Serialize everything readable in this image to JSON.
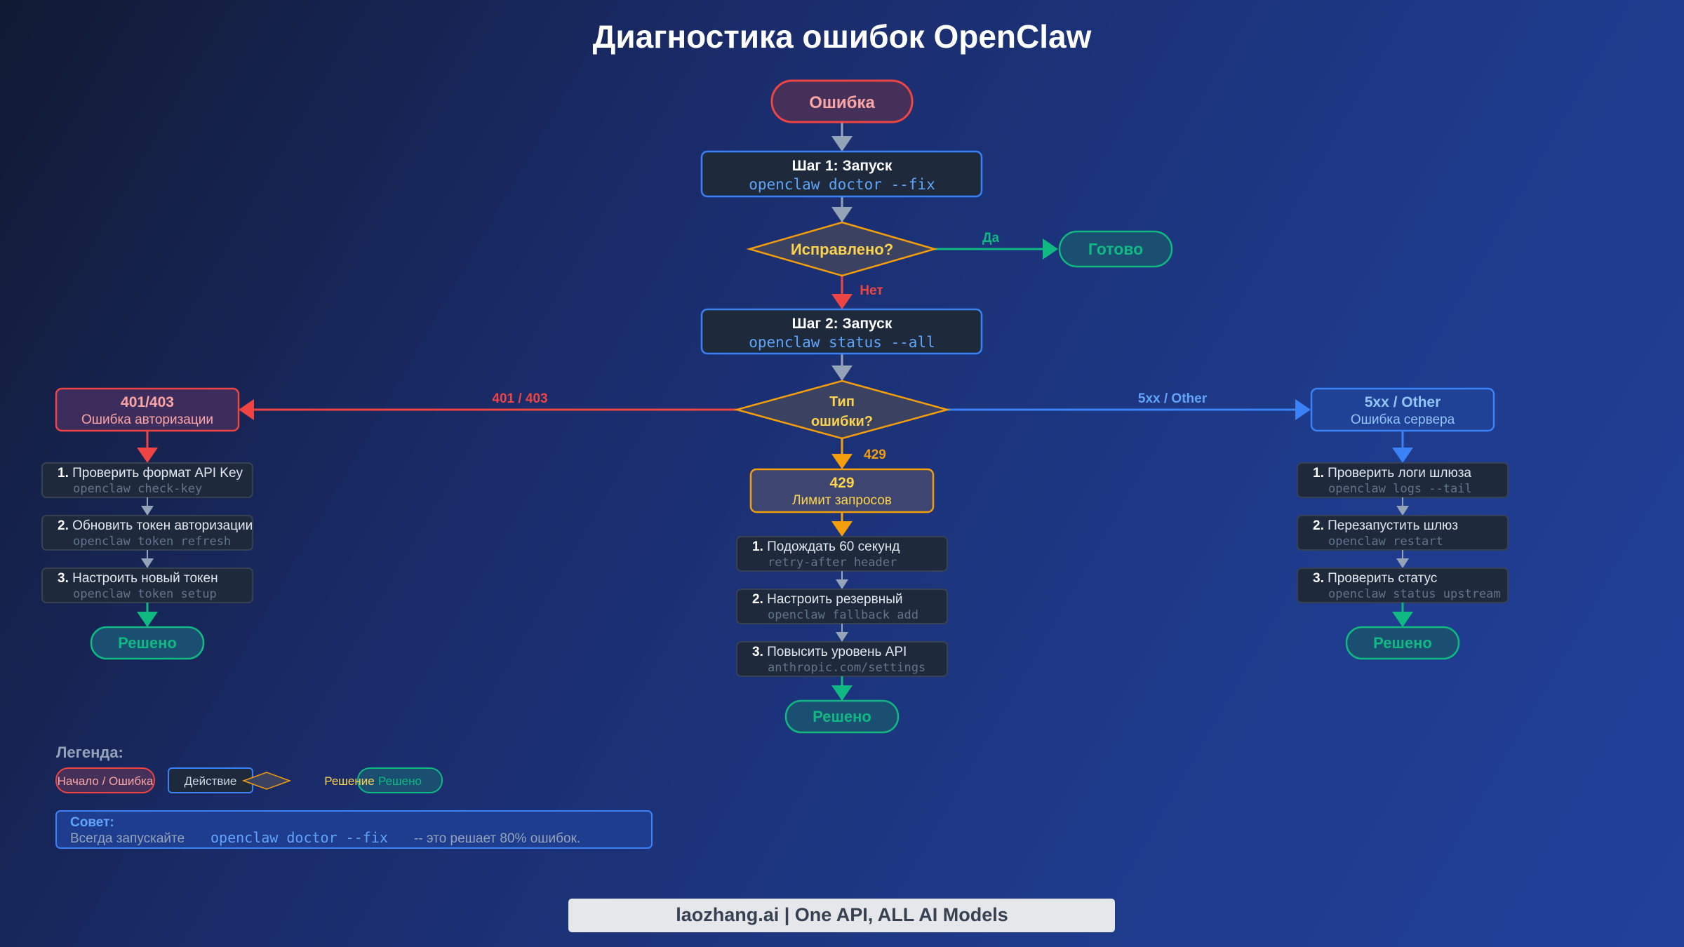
{
  "title": "Диагностика ошибок OpenClaw",
  "colors": {
    "red": "#ef4444",
    "blue": "#3b82f6",
    "orange": "#f59e0b",
    "green": "#10b981",
    "gray": "#94a3b8",
    "yellow": "#fcd34d"
  },
  "nodes": {
    "start": "Ошибка",
    "step1": {
      "title": "Шаг 1: Запуск",
      "cmd": "openclaw doctor --fix"
    },
    "fixed_q": "Исправлено?",
    "yes_label": "Да",
    "no_label": "Нет",
    "done": "Готово",
    "step2": {
      "title": "Шаг 2: Запуск",
      "cmd": "openclaw status --all"
    },
    "type_q": {
      "line1": "Тип",
      "line2": "ошибки?"
    },
    "edge_auth": "401 / 403",
    "edge_server": "5xx / Other",
    "edge_rate": "429"
  },
  "branches": {
    "auth": {
      "code": "401/403",
      "name": "Ошибка авторизации",
      "steps": [
        {
          "num": "1.",
          "text": "Проверить формат API Key",
          "cmd": "openclaw check-key"
        },
        {
          "num": "2.",
          "text": "Обновить токен авторизации",
          "cmd": "openclaw token refresh"
        },
        {
          "num": "3.",
          "text": "Настроить новый токен",
          "cmd": "openclaw token setup"
        }
      ],
      "resolved": "Решено"
    },
    "rate": {
      "code": "429",
      "name": "Лимит запросов",
      "steps": [
        {
          "num": "1.",
          "text": "Подождать 60 секунд",
          "cmd": "retry-after header"
        },
        {
          "num": "2.",
          "text": "Настроить резервный",
          "cmd": "openclaw fallback add"
        },
        {
          "num": "3.",
          "text": "Повысить уровень API",
          "cmd": "anthropic.com/settings"
        }
      ],
      "resolved": "Решено"
    },
    "server": {
      "code": "5xx / Other",
      "name": "Ошибка сервера",
      "steps": [
        {
          "num": "1.",
          "text": "Проверить логи шлюза",
          "cmd": "openclaw logs --tail"
        },
        {
          "num": "2.",
          "text": "Перезапустить шлюз",
          "cmd": "openclaw restart"
        },
        {
          "num": "3.",
          "text": "Проверить статус",
          "cmd": "openclaw status upstream"
        }
      ],
      "resolved": "Решено"
    }
  },
  "legend": {
    "title": "Легенда:",
    "start": "Начало / Ошибка",
    "action": "Действие",
    "decision": "Решение",
    "resolved": "Решено"
  },
  "tip": {
    "title": "Совет:",
    "before": "Всегда запускайте",
    "cmd": "openclaw doctor --fix",
    "after": "-- это решает 80% ошибок."
  },
  "footer": "laozhang.ai | One API, ALL AI Models"
}
